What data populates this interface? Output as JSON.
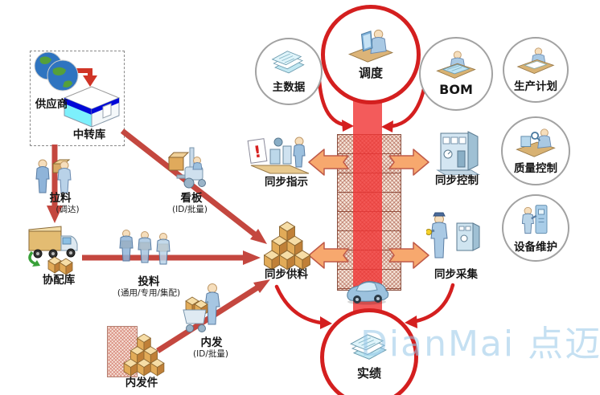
{
  "watermark": {
    "text": "DianMai 点迈"
  },
  "colors": {
    "accent_red": "#d41f1f",
    "arrow_brick": "#c4473f",
    "orange_arrow": "#f7a86e",
    "band_red": "#f23c3c",
    "watermark_blue": "#96c6e8"
  },
  "supplier_group": {
    "supplier": "供应商",
    "transit": "中转库"
  },
  "left_flow": {
    "pull": {
      "label": "拉料",
      "sub": "(调达)"
    },
    "kanban": {
      "label": "看板",
      "sub": "(ID/批量)"
    },
    "coop": {
      "label": "协配库"
    },
    "feed": {
      "label": "投料",
      "sub": "(通用/专用/集配)"
    },
    "internal_part": {
      "label": "内发件"
    },
    "internal": {
      "label": "内发",
      "sub": "(ID/批量)"
    }
  },
  "top_circles": {
    "dispatch": "调度",
    "master_data": "主数据",
    "bom": "BOM",
    "production_plan": "生产计划"
  },
  "right_circles": {
    "quality": "质量控制",
    "maintenance": "设备维护"
  },
  "sync": {
    "instruction": "同步指示",
    "control": "同步控制",
    "supply": "同步供料",
    "collect": "同步采集"
  },
  "result": {
    "label": "实绩"
  }
}
